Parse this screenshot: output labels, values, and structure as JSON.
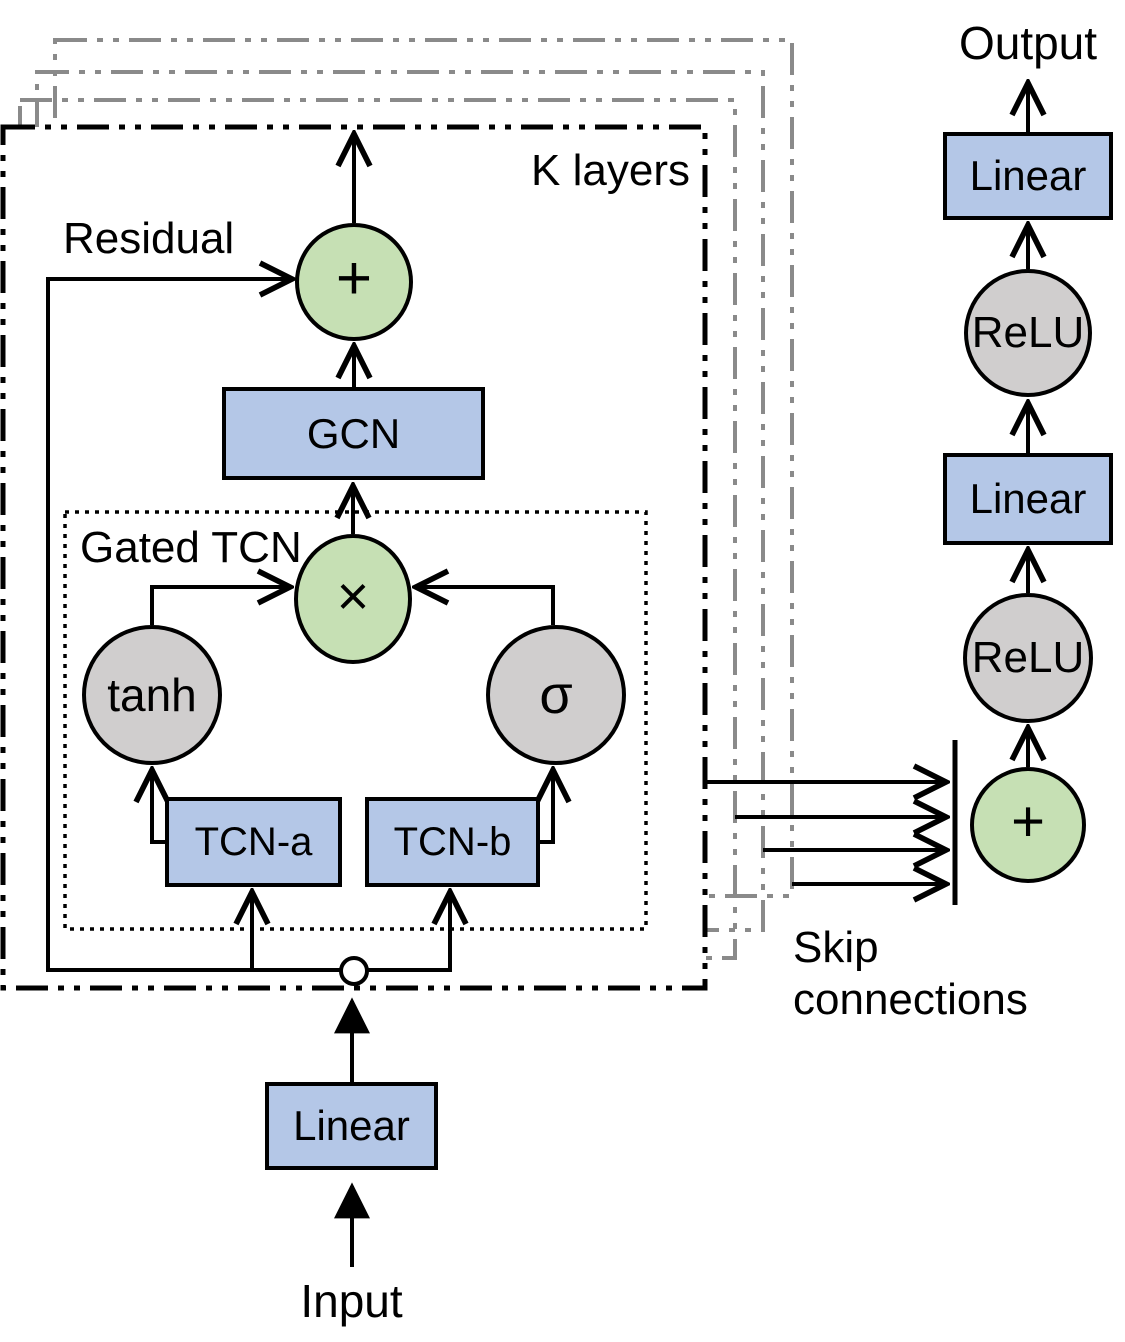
{
  "labels": {
    "k_layers": "K layers",
    "residual": "Residual",
    "gated_tcn": "Gated TCN",
    "skip_line1": "Skip",
    "skip_line2": "connections",
    "input": "Input",
    "output": "Output"
  },
  "nodes": {
    "residual_sum": "+",
    "gcn": "GCN",
    "gate_product": "×",
    "tanh": "tanh",
    "sigma": "σ",
    "tcn_a": "TCN-a",
    "tcn_b": "TCN-b",
    "linear_input": "Linear",
    "linear_top": "Linear",
    "relu_top": "ReLU",
    "linear_mid": "Linear",
    "relu_mid": "ReLU",
    "skip_sum": "+"
  },
  "colors": {
    "block_blue": "#b4c7e7",
    "op_green": "#c6e0b4",
    "act_gray": "#d0cece",
    "stack_gray": "#8a8a8a",
    "line_black": "#000000"
  }
}
